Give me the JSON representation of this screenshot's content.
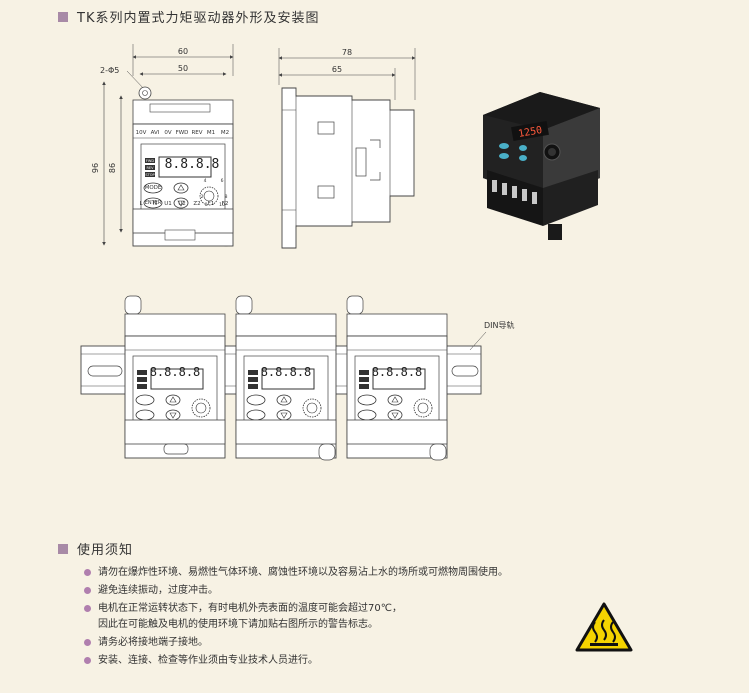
{
  "header1": {
    "title": "TK系列内置式力矩驱动器外形及安装图"
  },
  "dims": {
    "top_outer": "60",
    "top_inner": "50",
    "hole": "2-Φ5",
    "side_outer": "78",
    "side_inner": "65",
    "height_outer": "96",
    "height_inner": "86"
  },
  "panel": {
    "terminals_top": [
      "10V",
      "AVI",
      "0V",
      "FWD",
      "REV",
      "M1",
      "M2"
    ],
    "terminals_bottom": [
      "L",
      "N",
      "U1",
      "U2",
      "Z2",
      "F1",
      "F2"
    ],
    "small_btns": [
      "FWD",
      "REV",
      "STOP"
    ],
    "mode_label": "MODE",
    "enter_label": "ENTER",
    "display": "8.8.8.8",
    "knob_scale": [
      "2",
      "4",
      "6",
      "8",
      "0",
      "10"
    ]
  },
  "photo": {
    "display": "1250"
  },
  "rail": {
    "label": "DIN导轨"
  },
  "header2": {
    "title": "使用须知"
  },
  "notes": [
    {
      "line1": "请勿在爆炸性环境、易燃性气体环境、腐蚀性环境以及容易沾上水的场所或可燃物周围使用。",
      "line2": ""
    },
    {
      "line1": "避免连续振动，过度冲击。",
      "line2": ""
    },
    {
      "line1": "电机在正常运转状态下，有时电机外壳表面的温度可能会超过70℃，",
      "line2": "因此在可能触及电机的使用环境下请加贴右图所示的警告标志。"
    },
    {
      "line1": "请务必将接地端子接地。",
      "line2": ""
    },
    {
      "line1": "安装、连接、检查等作业须由专业技术人员进行。",
      "line2": ""
    }
  ],
  "colors": {
    "background": "#f7f2e4",
    "bullet": "#b07fae",
    "warning_yellow": "#f5d400"
  }
}
